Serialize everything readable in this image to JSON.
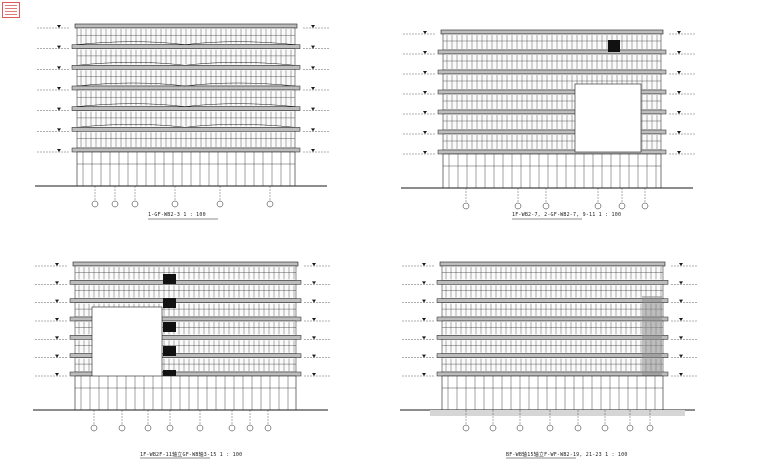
{
  "sheet": {
    "background": "#ffffff",
    "line_color": "#1a1a1a",
    "band_color": "#bdbdbd",
    "void_color": "#ffffff"
  },
  "elevations": [
    {
      "id": "elev-1",
      "caption": "1-GF-WB2-3  1 : 100",
      "floors": 6,
      "void": null,
      "dark_panels": [],
      "axis_count": 6
    },
    {
      "id": "elev-2",
      "caption": "1F-WB2-7, 2-GF-WB2-7, 9-11  1 : 100",
      "floors": 6,
      "void": "right",
      "dark_panels": [
        "top-right"
      ],
      "axis_count": 6
    },
    {
      "id": "elev-3",
      "caption": "1F-WB2F-11轴立GF-WB轴3-15  1 : 100",
      "floors": 6,
      "void": "left",
      "dark_panels": [
        "column-stack"
      ],
      "axis_count": 8
    },
    {
      "id": "elev-4",
      "caption": "BF-WB轴15轴立F-WF-WB2-19, 21-23  1 : 100",
      "floors": 6,
      "void": null,
      "dark_panels": [
        "entrance"
      ],
      "axis_count": 8
    }
  ]
}
